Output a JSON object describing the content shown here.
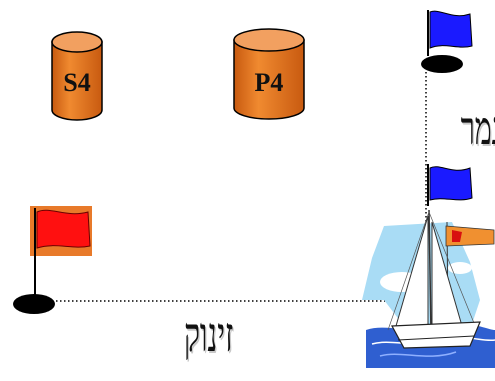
{
  "buoys": [
    {
      "label": "S4",
      "color": "#e8761c"
    },
    {
      "label": "P4",
      "color": "#e8761c"
    }
  ],
  "labels": {
    "finish": "גמר",
    "start": "זינוק"
  },
  "colors": {
    "finish_flag": "#1a1aff",
    "start_flag": "#ff1010",
    "start_flag_bg": "#e87a2a",
    "boat_pennant": "#f09030",
    "mark": "#000000",
    "sky": "#a9dcf5",
    "sea": "#2f5fd0"
  },
  "icons": [
    "finish-flag-icon",
    "start-flag-icon",
    "sailboat-icon",
    "buoy-icon"
  ]
}
